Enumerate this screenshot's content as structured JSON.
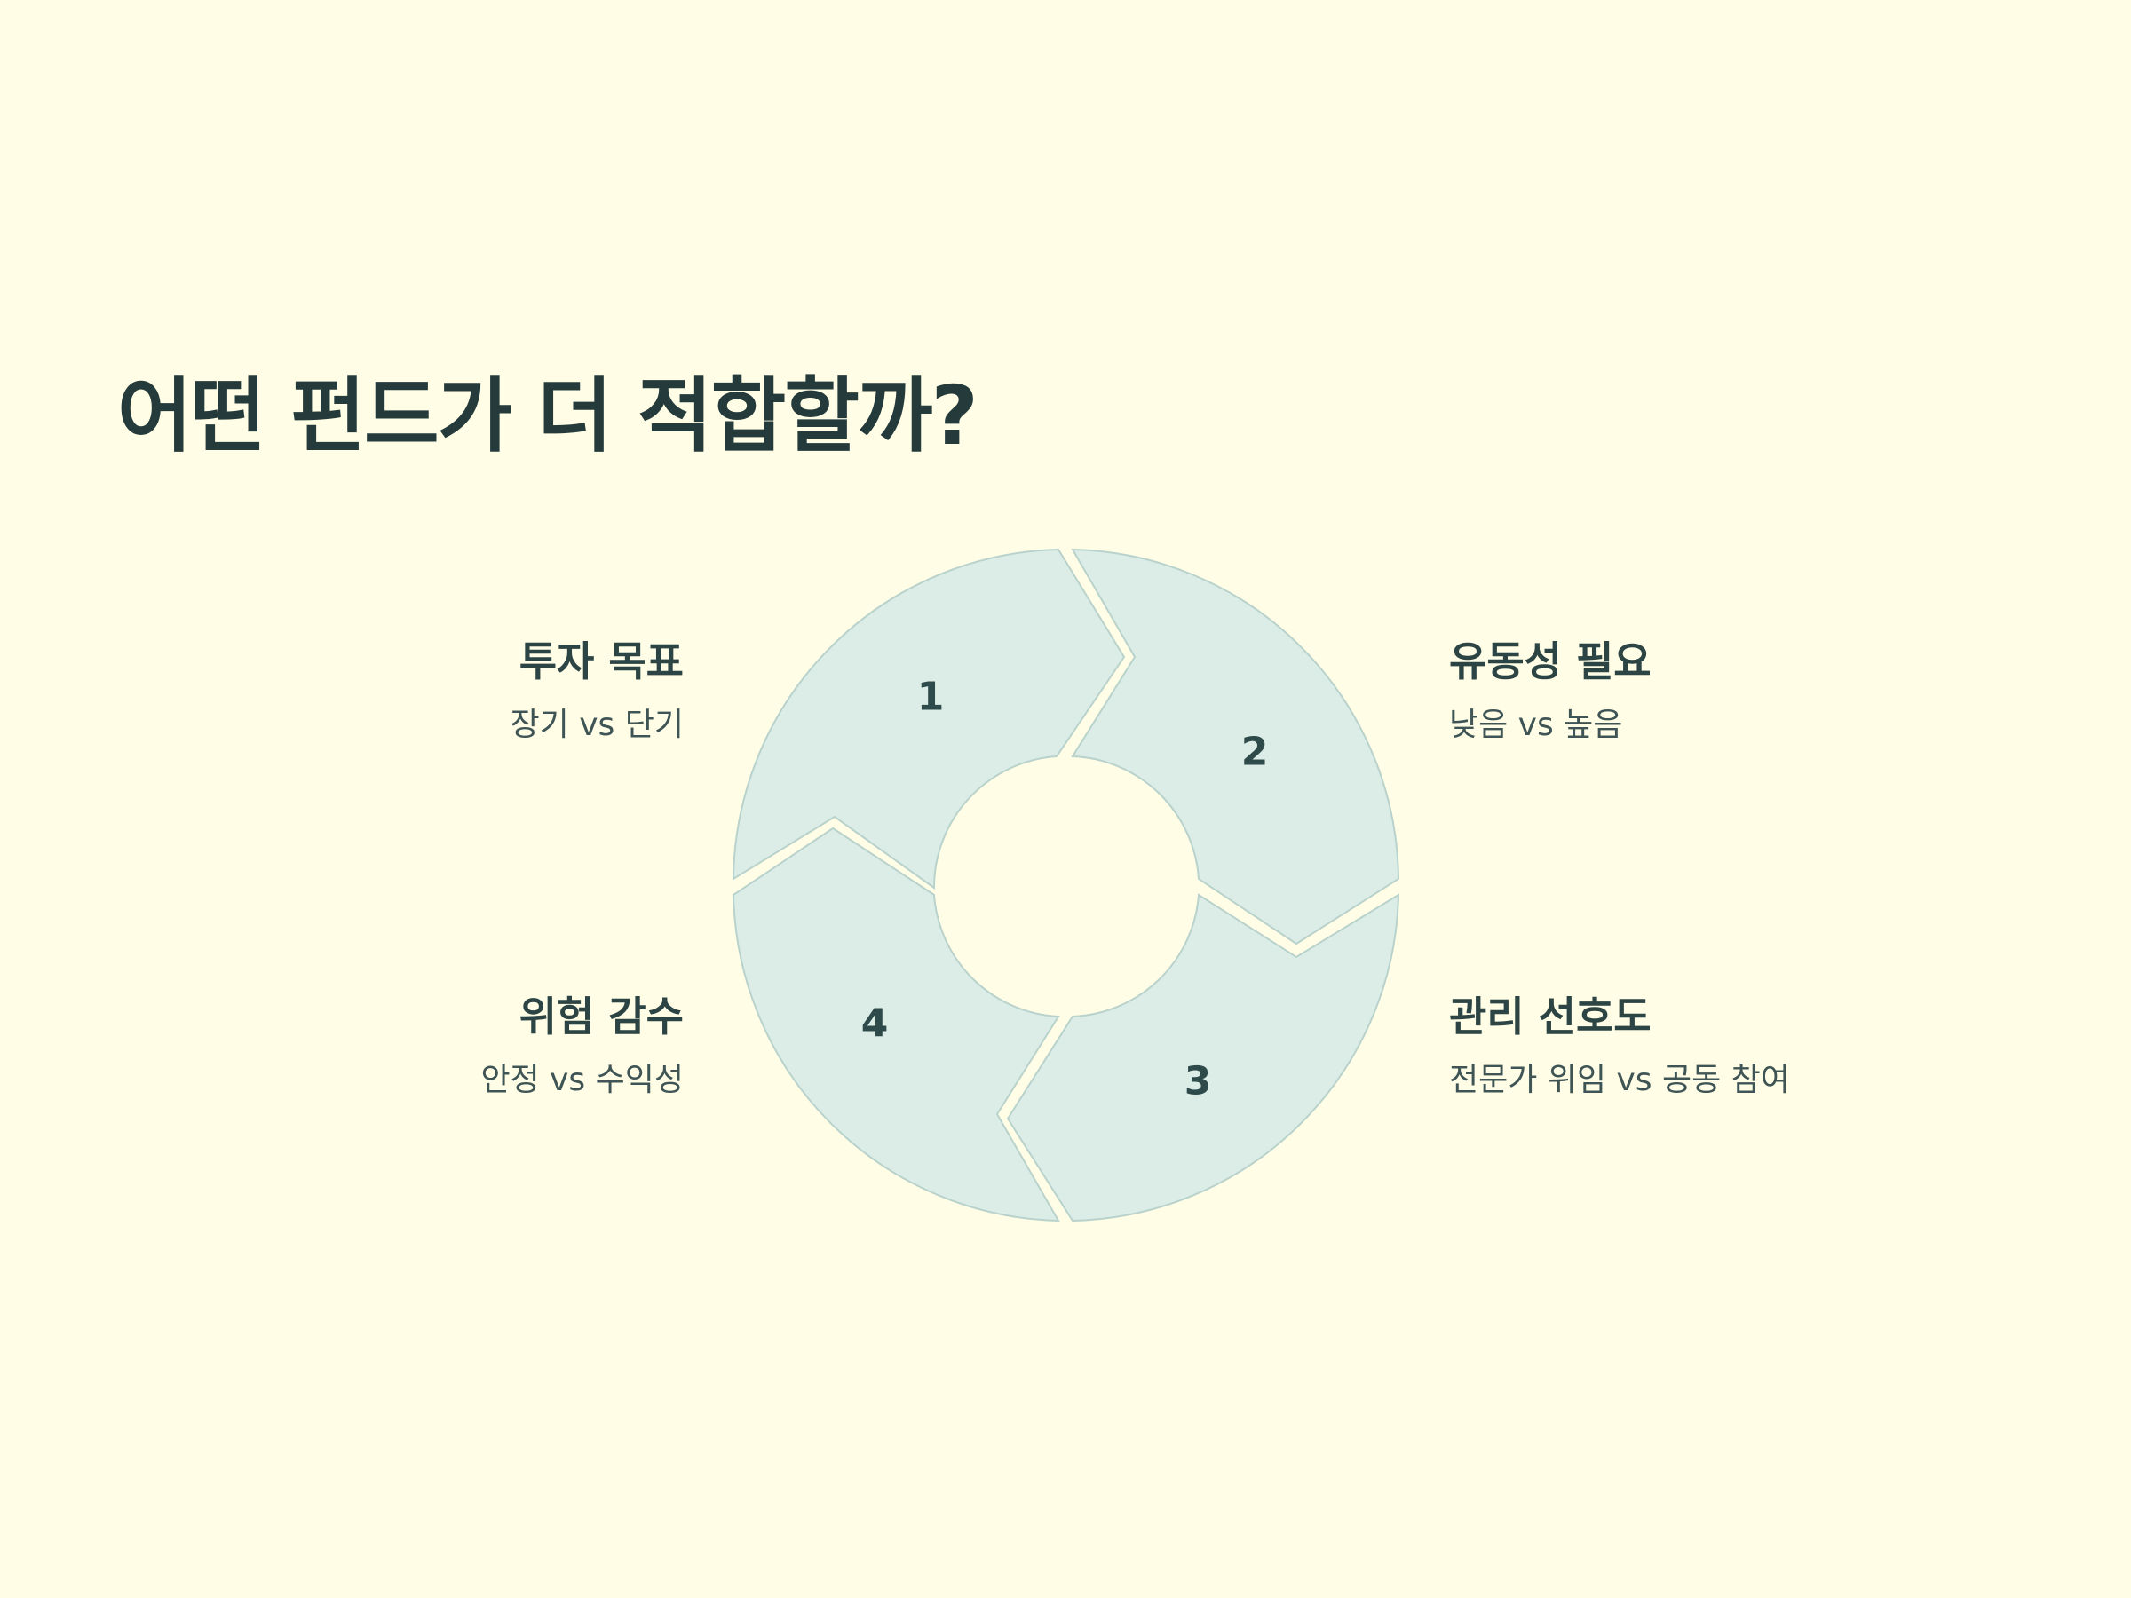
{
  "title": "어떤 펀드가 더 적합할까?",
  "colors": {
    "background": "#fffde6",
    "segment_fill": "#dbede6",
    "segment_stroke": "#b9d2cc",
    "text_dark": "#253b3b"
  },
  "segments": [
    {
      "number": "1",
      "title": "투자 목표",
      "desc": "장기 vs 단기"
    },
    {
      "number": "2",
      "title": "유동성 필요",
      "desc": "낮음 vs 높음"
    },
    {
      "number": "3",
      "title": "관리 선호도",
      "desc": "전문가 위임 vs 공동 참여"
    },
    {
      "number": "4",
      "title": "위험 감수",
      "desc": "안정 vs 수익성"
    }
  ]
}
